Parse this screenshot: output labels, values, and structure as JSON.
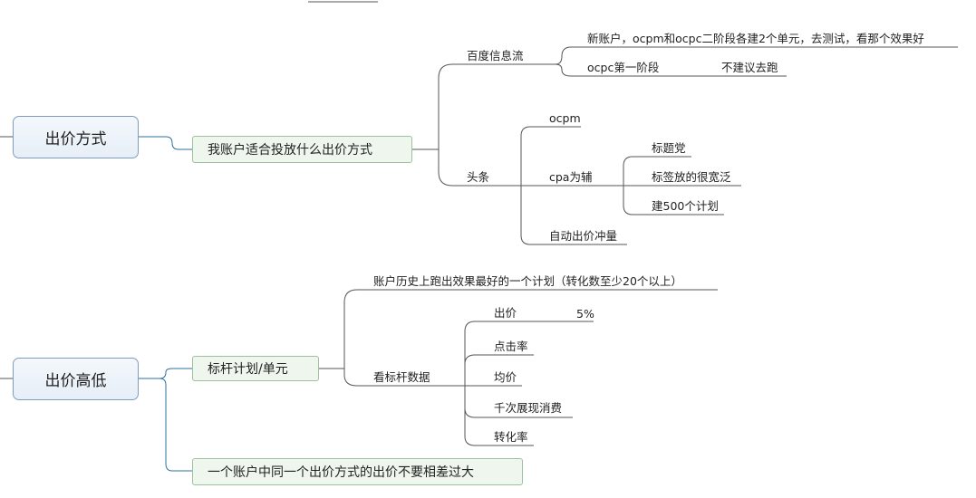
{
  "main_topics": {
    "bid_method": "出价方式",
    "bid_level": "出价高低"
  },
  "branches": {
    "bid_method_question": "我账户适合投放什么出价方式",
    "baidu_feed": "百度信息流",
    "baidu_new_account": "新账户，ocpm和ocpc二阶段各建2个单元，去测试，看那个效果好",
    "baidu_ocpc_stage1": "ocpc第一阶段",
    "baidu_not_recommended": "不建议去跑",
    "toutiao": "头条",
    "toutiao_ocpm": "ocpm",
    "toutiao_cpa": "cpa为辅",
    "cpa_title_party": "标题党",
    "cpa_broad_tags": "标签放的很宽泛",
    "cpa_500_plans": "建500个计划",
    "toutiao_auto_bid": "自动出价冲量",
    "benchmark_plan": "标杆计划/单元",
    "best_plan": "账户历史上跑出效果最好的一个计划（转化数至少20个以上）",
    "view_benchmark": "看标杆数据",
    "metric_bid": "出价",
    "metric_bid_pct": "5%",
    "metric_ctr": "点击率",
    "metric_avg_price": "均价",
    "metric_cpm": "千次展现消费",
    "metric_cvr": "转化率",
    "same_account_rule": "一个账户中同一个出价方式的出价不要相差过大"
  }
}
